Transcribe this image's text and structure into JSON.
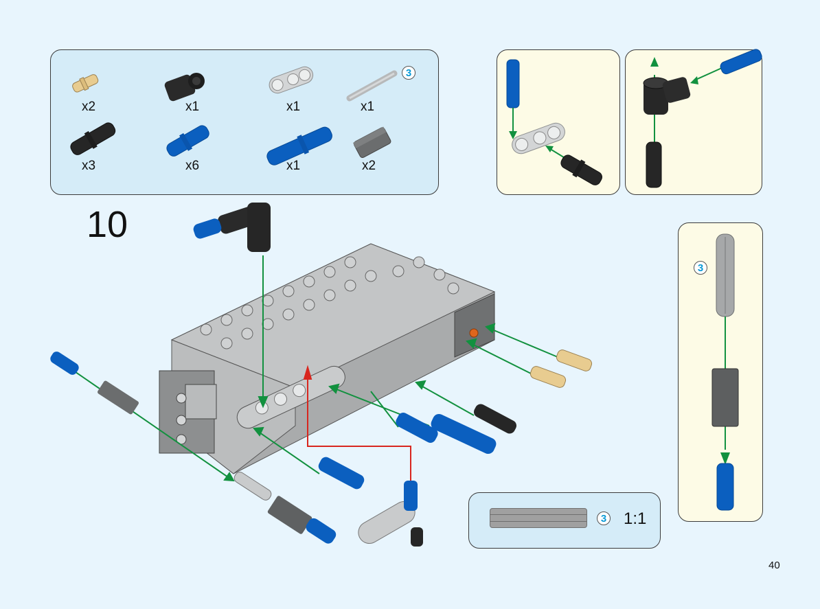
{
  "page": {
    "step_number": "10",
    "page_number": "40"
  },
  "parts_list": {
    "items": [
      {
        "name": "tan-connector-pin",
        "color": "#e8cc90",
        "quantity": "x2"
      },
      {
        "name": "black-angle-connector",
        "color": "#262626",
        "quantity": "x1"
      },
      {
        "name": "light-gray-double-cross-block",
        "color": "#c9cbcc",
        "quantity": "x1"
      },
      {
        "name": "light-gray-axle-3",
        "color": "#c9cbcc",
        "quantity": "x1",
        "axle_length": "3"
      },
      {
        "name": "black-friction-pin",
        "color": "#262626",
        "quantity": "x3"
      },
      {
        "name": "blue-axle-pin",
        "color": "#0b5fbf",
        "quantity": "x6"
      },
      {
        "name": "blue-long-axle-pin",
        "color": "#0b5fbf",
        "quantity": "x1"
      },
      {
        "name": "dark-gray-axle-connector",
        "color": "#6b6d6e",
        "quantity": "x2"
      }
    ]
  },
  "subassembly_1": {
    "description": "blue pin into cross block, black pin into side"
  },
  "subassembly_2": {
    "description": "black angle connector with blue pin and black pin"
  },
  "subassembly_3": {
    "axle_length": "3"
  },
  "scale_reference": {
    "axle_length": "3",
    "ratio": "1:1"
  },
  "colors": {
    "arrow_green": "#12913f",
    "arrow_red": "#d8261e",
    "panel_blue": "#d5ecf8",
    "panel_cream": "#fdfbe6",
    "background": "#e8f5fd",
    "callout_blue": "#0a9ad6"
  }
}
